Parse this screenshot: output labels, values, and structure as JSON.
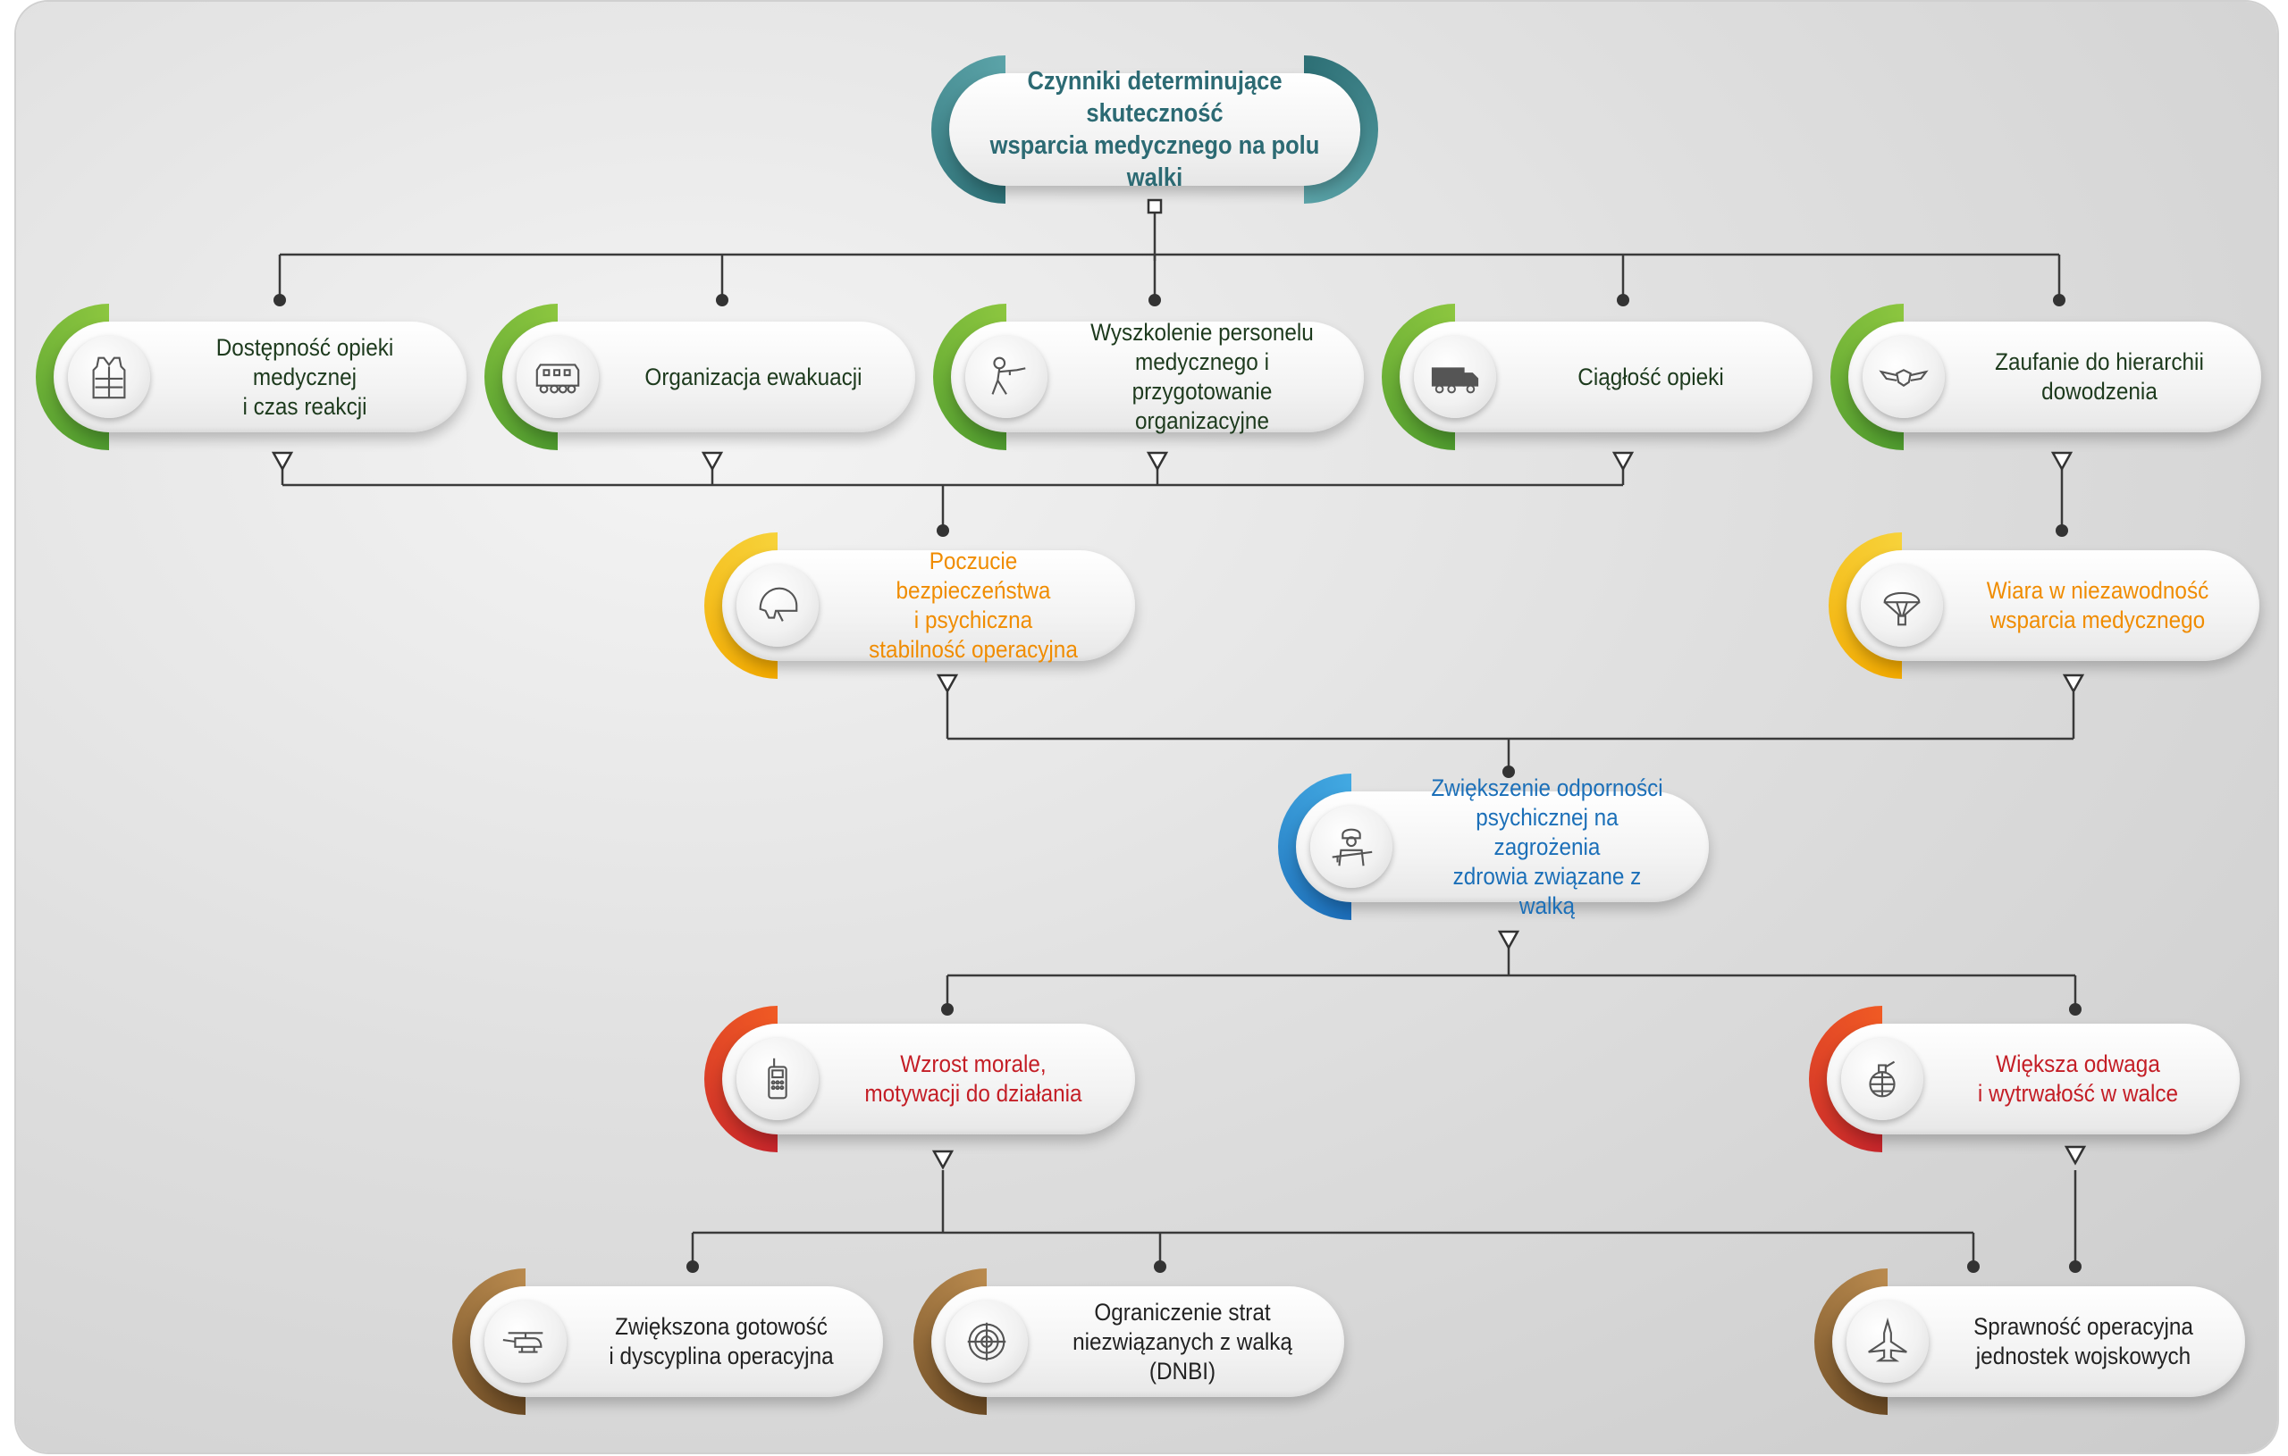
{
  "colors": {
    "root_text": "#2c6a73",
    "level1_text": "#1d3a1d",
    "level2_text": "#f08c00",
    "level3_text": "#1b6fb8",
    "level4_text": "#c41e26",
    "level5_text": "#222222",
    "connector": "#333333"
  },
  "root": {
    "title": "Czynniki determinujące skuteczność\nwsparcia medycznego na polu walki"
  },
  "level1": [
    {
      "label": "Dostępność opieki medycznej\ni czas reakcji",
      "icon": "vest-icon"
    },
    {
      "label": "Organizacja ewakuacji",
      "icon": "armored-vehicle-icon"
    },
    {
      "label": "Wyszkolenie personelu\nmedycznego i przygotowanie\norganizacyjne",
      "icon": "soldier-aiming-icon"
    },
    {
      "label": "Ciągłość opieki",
      "icon": "military-truck-icon"
    },
    {
      "label": "Zaufanie do hierarchii\ndowodzenia",
      "icon": "wings-badge-icon"
    }
  ],
  "level2": [
    {
      "label": "Poczucie bezpieczeństwa\ni psychiczna\nstabilność operacyjna",
      "icon": "helmet-icon"
    },
    {
      "label": "Wiara w niezawodność\nwsparcia medycznego",
      "icon": "parachute-icon"
    }
  ],
  "level3": [
    {
      "label": "Zwiększenie odporności\npsychicznej na zagrożenia\nzdrowia związane z walką",
      "icon": "soldier-with-rifle-icon"
    }
  ],
  "level4": [
    {
      "label": "Wzrost morale,\nmotywacji do działania",
      "icon": "radio-icon"
    },
    {
      "label": "Większa odwaga\ni wytrwałość w walce",
      "icon": "grenade-icon"
    }
  ],
  "level5": [
    {
      "label": "Zwiększona gotowość\ni dyscyplina operacyjna",
      "icon": "helicopter-icon"
    },
    {
      "label": "Ograniczenie strat\nniezwiązanych z walką (DNBI)",
      "icon": "radar-icon"
    },
    {
      "label": "Sprawność operacyjna\njednostek wojskowych",
      "icon": "fighter-jet-icon"
    }
  ]
}
